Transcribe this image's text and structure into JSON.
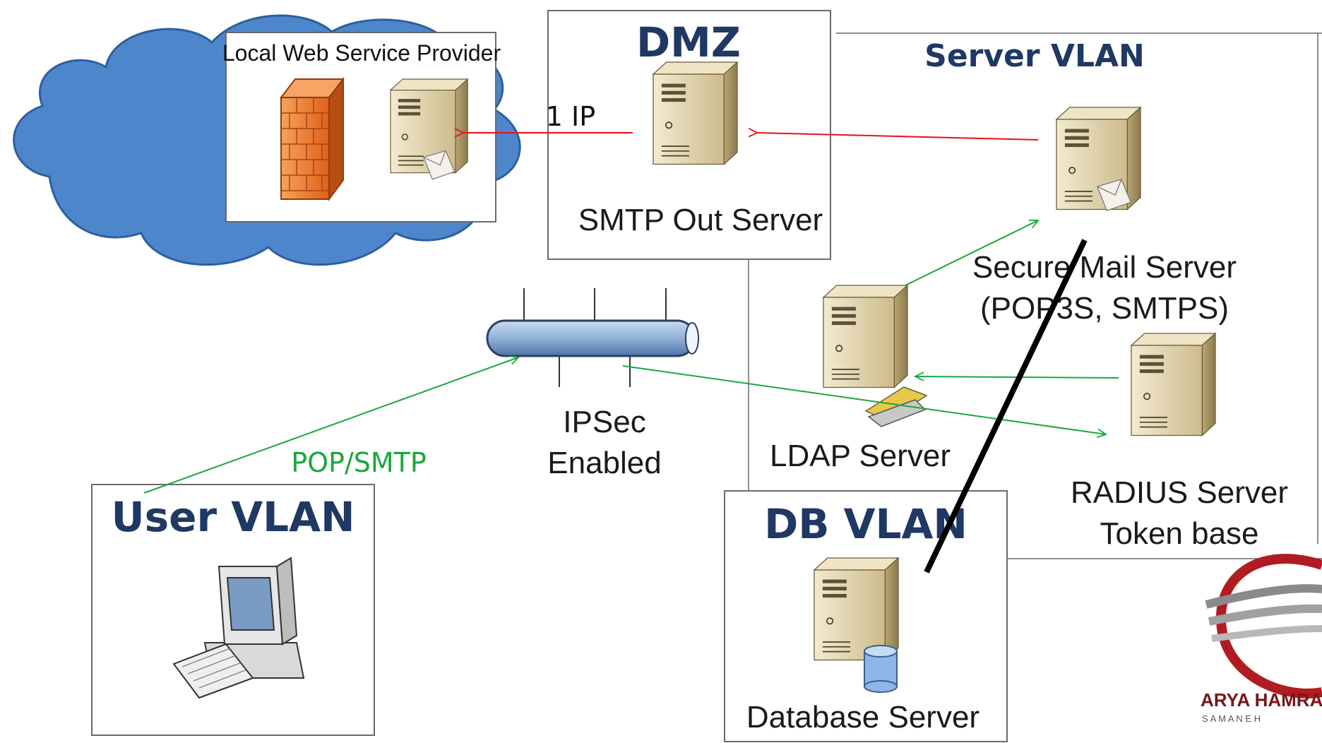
{
  "zones": {
    "isp_label": "Local Web Service Provider",
    "dmz_title": "DMZ",
    "server_vlan_title": "Server VLAN",
    "db_vlan_title": "DB VLAN",
    "user_vlan_title": "User VLAN"
  },
  "servers": {
    "smtp_out": "SMTP Out Server",
    "secure_mail_line1": "Secure Mail Server",
    "secure_mail_line2": "(POP3S, SMTPS)",
    "ldap": "LDAP Server",
    "radius_line1": "RADIUS Server",
    "radius_line2": "Token base",
    "database": "Database Server"
  },
  "links": {
    "one_ip": "1 IP",
    "ipsec_line1": "IPSec",
    "ipsec_line2": "Enabled",
    "pop_smtp": "POP/SMTP"
  },
  "logo": {
    "name": "ARYA HAMRA",
    "sub": "S A M A N E H"
  },
  "colors": {
    "cloud": "#4e86cc",
    "red_link": "#e8111a",
    "green_link": "#19a83b",
    "heading": "#1f3864",
    "firewall": "#f07a22"
  }
}
